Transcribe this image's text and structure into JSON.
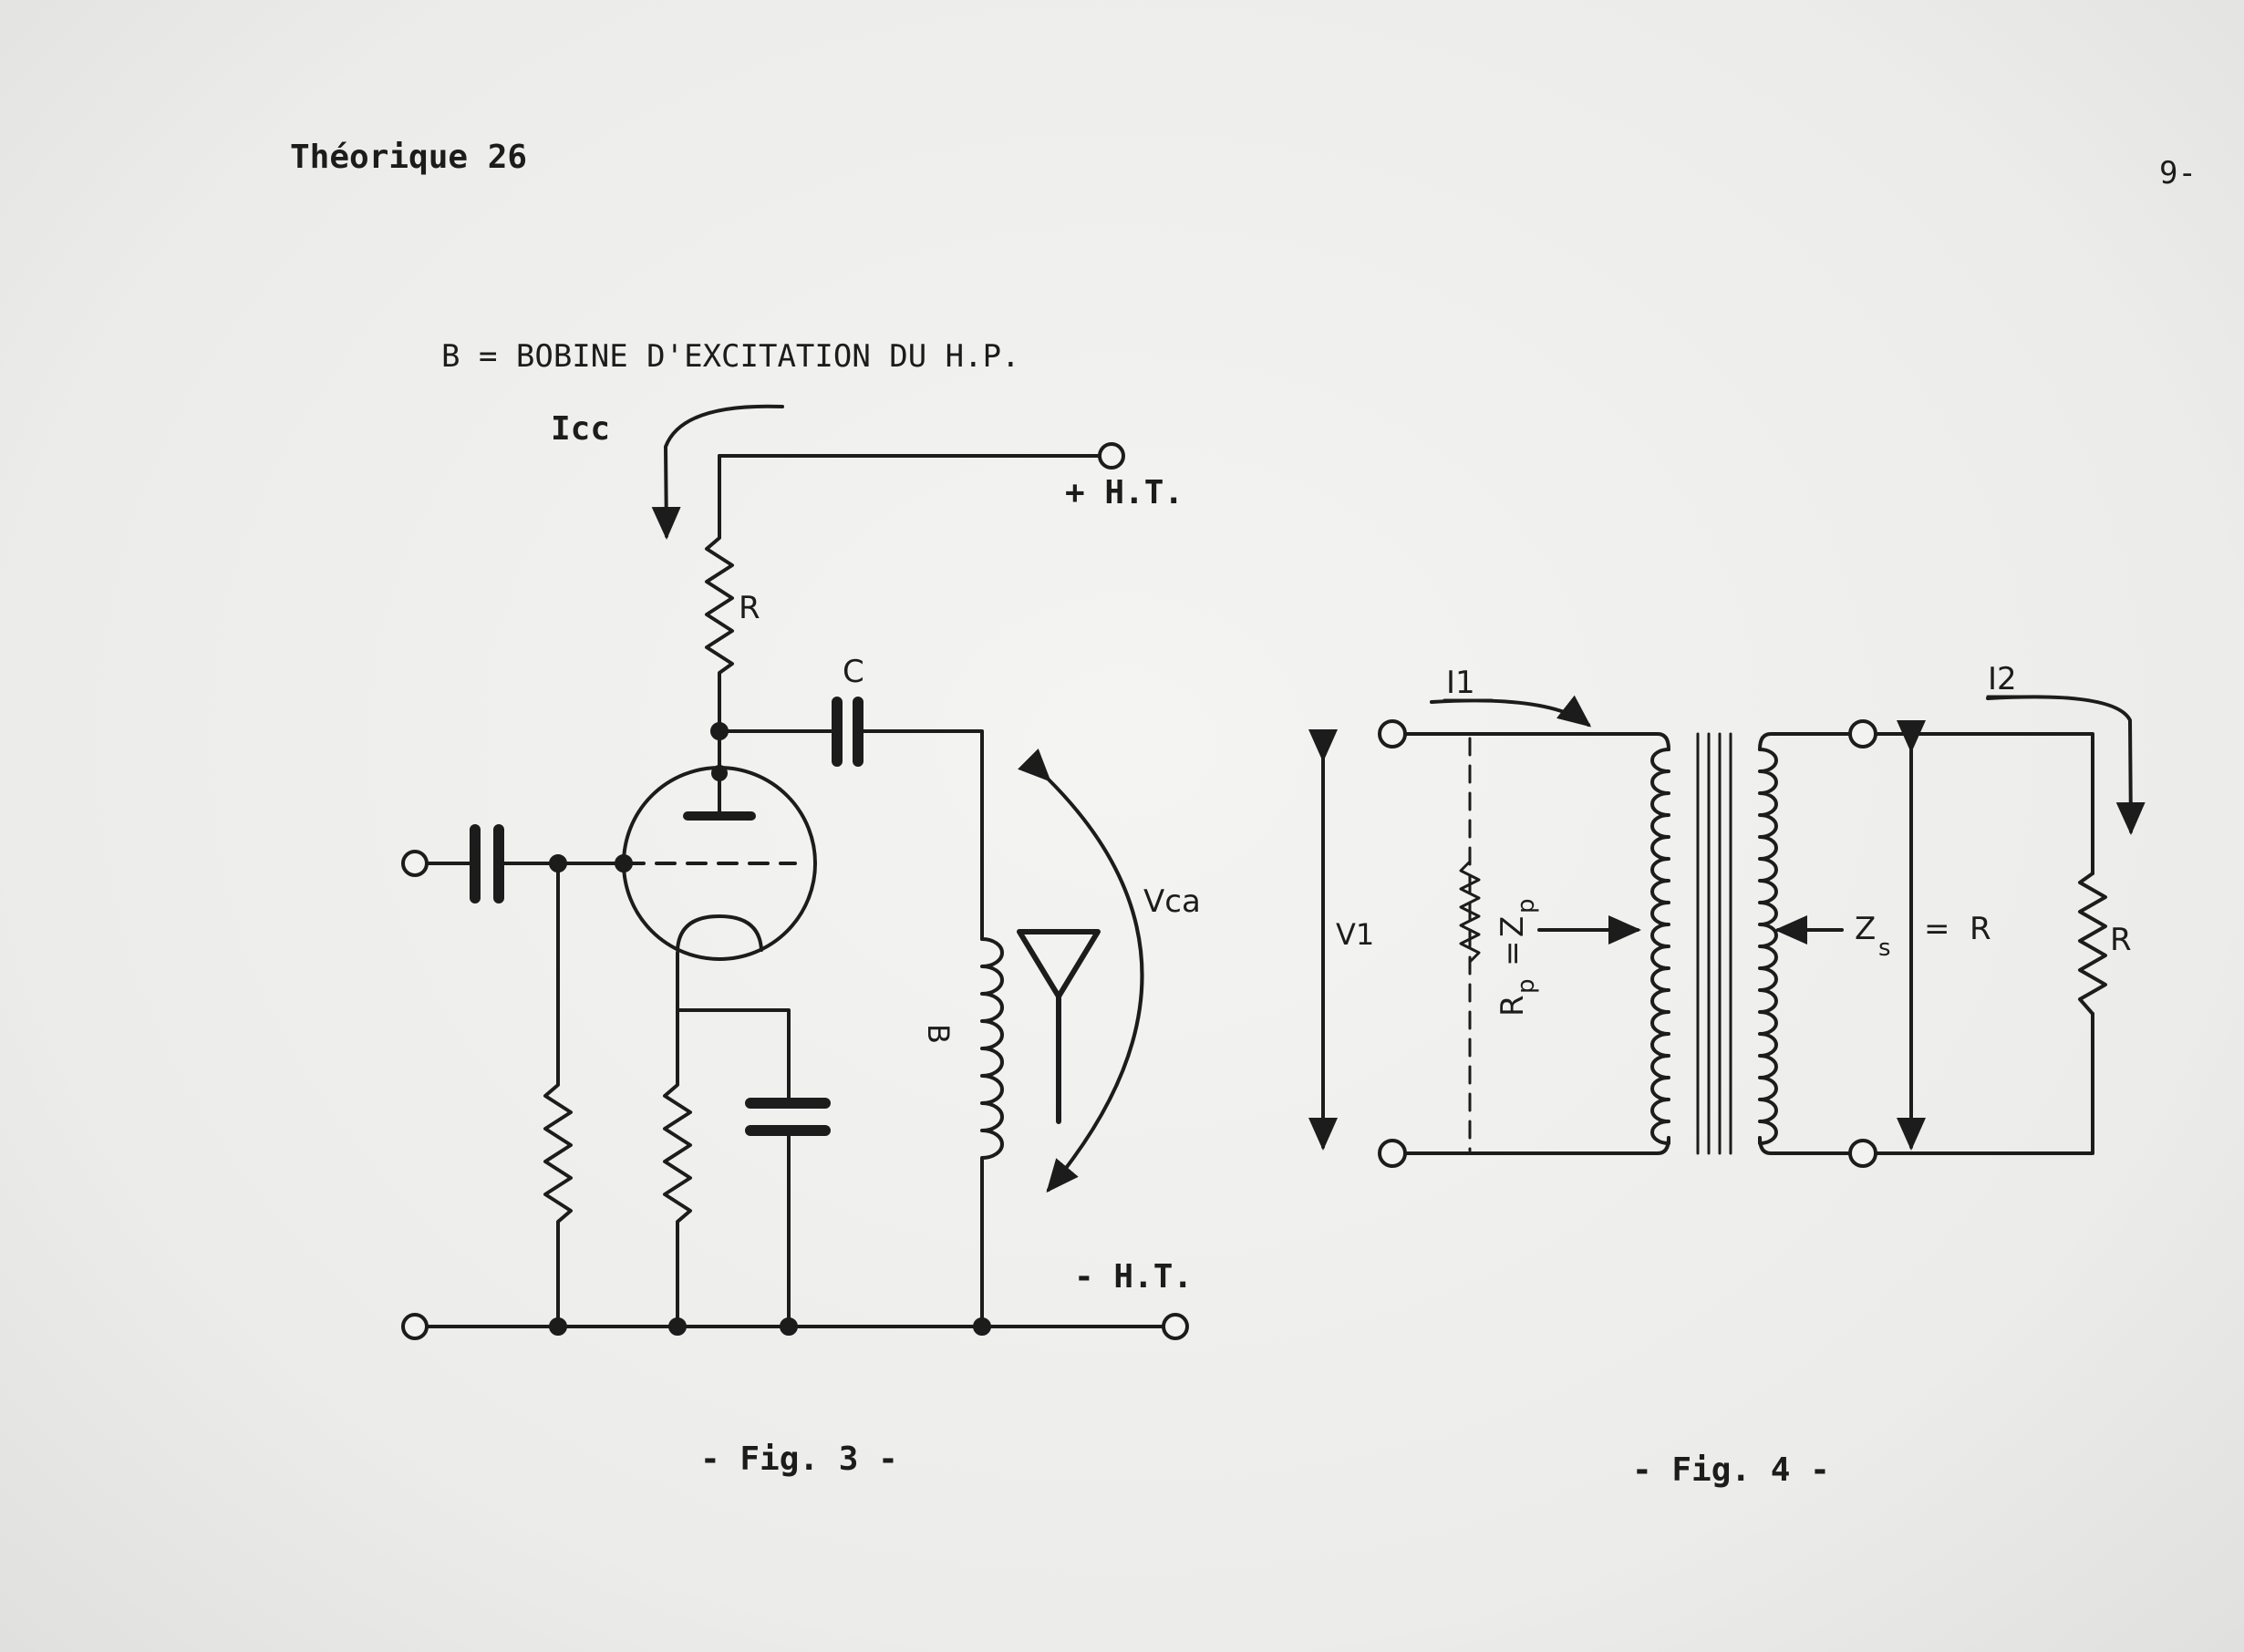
{
  "header": {
    "left": "Théorique 26",
    "right": "9-"
  },
  "fig3": {
    "legend": "B = BOBINE D'EXCITATION DU H.P.",
    "current_label": "Icc",
    "plus_ht": "+ H.T.",
    "minus_ht": "- H.T.",
    "resistor_label": "R",
    "capacitor_label": "C",
    "coil_label": "B",
    "voltage_label": "Vca",
    "caption": "- Fig. 3 -"
  },
  "fig4": {
    "i1": "I1",
    "i2": "I2",
    "v1": "V1",
    "rp": "R",
    "rp_sub": "p",
    "zp": "Z",
    "zp_sub": "p",
    "eq": "=",
    "zs": "Z",
    "zs_sub": "s",
    "eq2": "=",
    "r_equiv": "R",
    "r_label": "R",
    "caption": "- Fig. 4 -"
  },
  "colors": {
    "ink": "#1c1c1c",
    "paper": "#f2f2f0",
    "ghost": "#c9c9c7"
  }
}
